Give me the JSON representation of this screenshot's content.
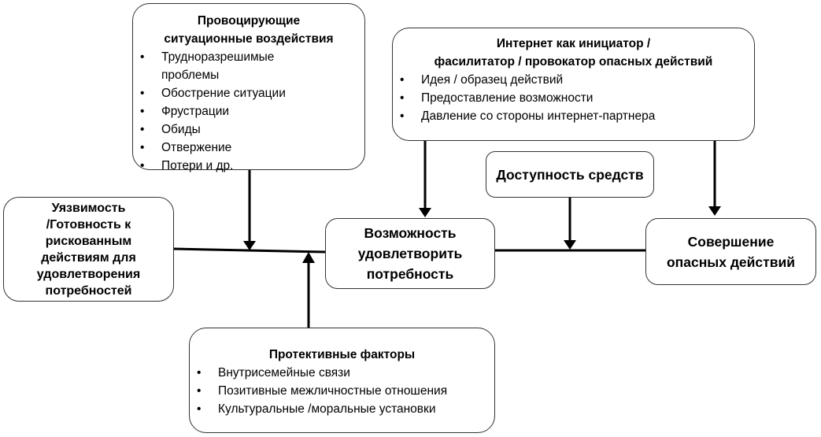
{
  "diagram": {
    "provoking": {
      "title_lines": [
        "Провоцирующие",
        "ситуационные воздействия"
      ],
      "items": [
        "Трудноразрешимые проблемы",
        "Обострение ситуации",
        "Фрустрации",
        "Обиды",
        "Отвержение",
        "Потери и др."
      ]
    },
    "internet": {
      "title_lines": [
        "Интернет как инициатор /",
        "фасилитатор / провокатор опасных действий"
      ],
      "items": [
        "Идея / образец действий",
        "Предоставление возможности",
        "Давление со стороны интернет-партнера"
      ]
    },
    "vulnerability": {
      "lines": [
        "Уязвимость",
        "/Готовность к",
        "рискованным",
        "действиям для",
        "удовлетворения",
        "потребностей"
      ]
    },
    "possibility": {
      "lines": [
        "Возможность",
        "удовлетворить",
        "потребность"
      ]
    },
    "availability": {
      "label": "Доступность средств"
    },
    "commission": {
      "lines": [
        "Совершение",
        "опасных действий"
      ]
    },
    "protective": {
      "title": "Протективные факторы",
      "items": [
        "Внутрисемейные связи",
        "Позитивные межличностные отношения",
        "Культуральные /моральные установки"
      ]
    },
    "edges": [
      {
        "from": "vulnerability",
        "to": "possibility",
        "type": "line"
      },
      {
        "from": "provoking",
        "to": "vulnerability-possibility-line",
        "type": "arrow"
      },
      {
        "from": "protective",
        "to": "vulnerability-possibility-line",
        "type": "arrow"
      },
      {
        "from": "internet",
        "to": "possibility",
        "type": "arrow"
      },
      {
        "from": "internet",
        "to": "commission",
        "type": "arrow"
      },
      {
        "from": "possibility",
        "to": "commission",
        "type": "line"
      },
      {
        "from": "availability",
        "to": "possibility-commission-line",
        "type": "arrow"
      }
    ]
  }
}
